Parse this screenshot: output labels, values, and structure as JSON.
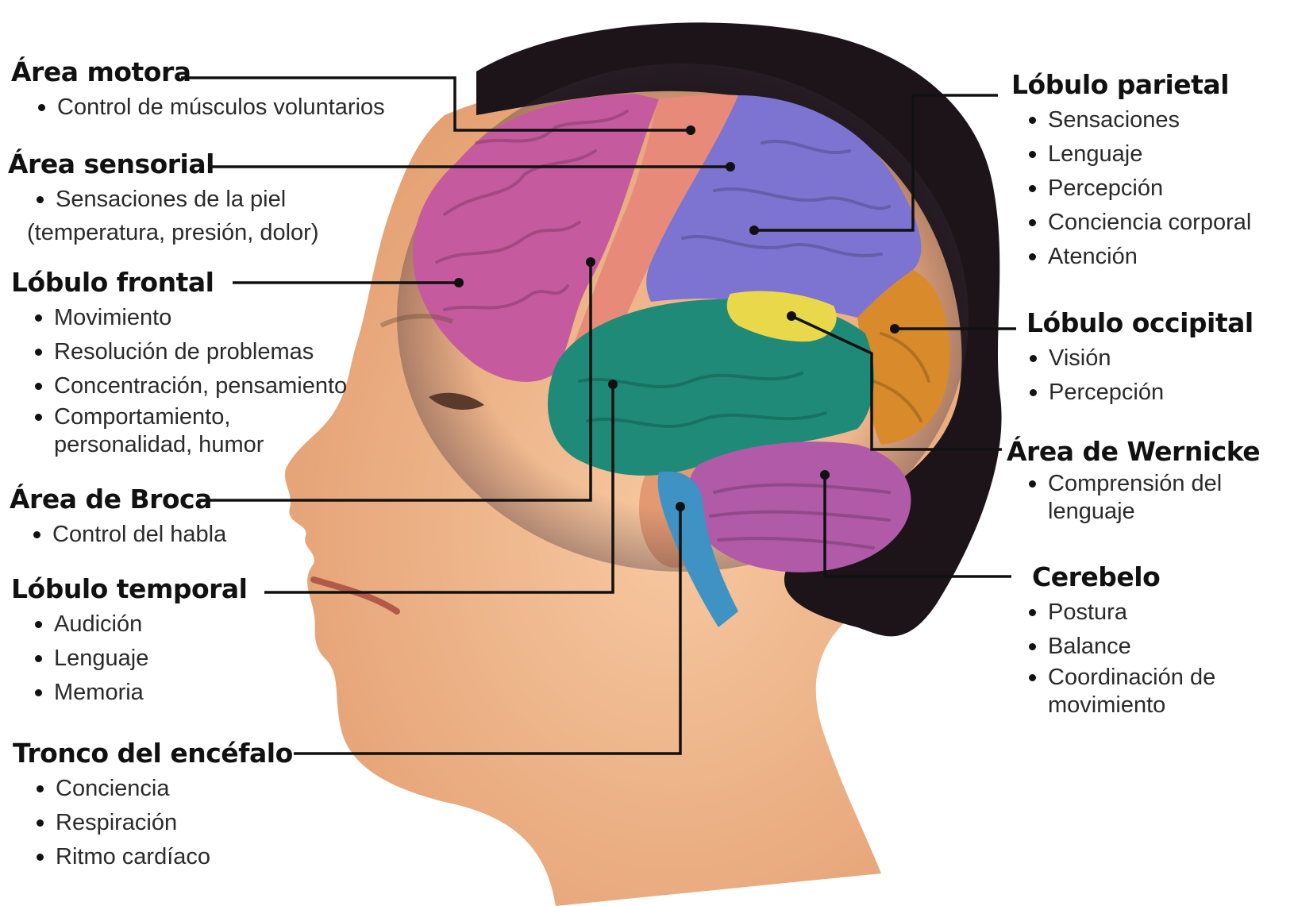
{
  "labels": {
    "motora": {
      "title": "Área motora",
      "items": [
        "Control de músculos voluntarios"
      ]
    },
    "sensorial": {
      "title": "Área sensorial",
      "items": [
        "Sensaciones de la piel"
      ],
      "note": "(temperatura, presión, dolor)"
    },
    "frontal": {
      "title": "Lóbulo frontal",
      "items": [
        "Movimiento",
        "Resolución de problemas",
        "Concentración, pensamiento",
        "Comportamiento, personalidad, humor"
      ]
    },
    "broca": {
      "title": "Área de Broca",
      "items": [
        "Control del habla"
      ]
    },
    "temporal": {
      "title": "Lóbulo temporal",
      "items": [
        "Audición",
        "Lenguaje",
        "Memoria"
      ]
    },
    "tronco": {
      "title": "Tronco del encéfalo",
      "items": [
        "Conciencia",
        "Respiración",
        "Ritmo cardíaco"
      ]
    },
    "parietal": {
      "title": "Lóbulo parietal",
      "items": [
        "Sensaciones",
        "Lenguaje",
        "Percepción",
        "Conciencia corporal",
        "Atención"
      ]
    },
    "occipital": {
      "title": "Lóbulo occipital",
      "items": [
        "Visión",
        "Percepción"
      ]
    },
    "wernicke": {
      "title": "Área de Wernicke",
      "items": [
        "Comprensión del lenguaje"
      ]
    },
    "cerebelo": {
      "title": "Cerebelo",
      "items": [
        "Postura",
        "Balance",
        "Coordinación de movimiento"
      ]
    }
  },
  "colors": {
    "frontal": "#c65a9e",
    "motora": "#e88a7a",
    "parietal": "#7c74d0",
    "occipital": "#d98a2a",
    "temporal": "#1f8a78",
    "wernicke": "#e8d84a",
    "cerebelo": "#b05aa8",
    "tronco": "#3f93c4",
    "skin": "#f2b48a",
    "hair": "#1c1418"
  }
}
